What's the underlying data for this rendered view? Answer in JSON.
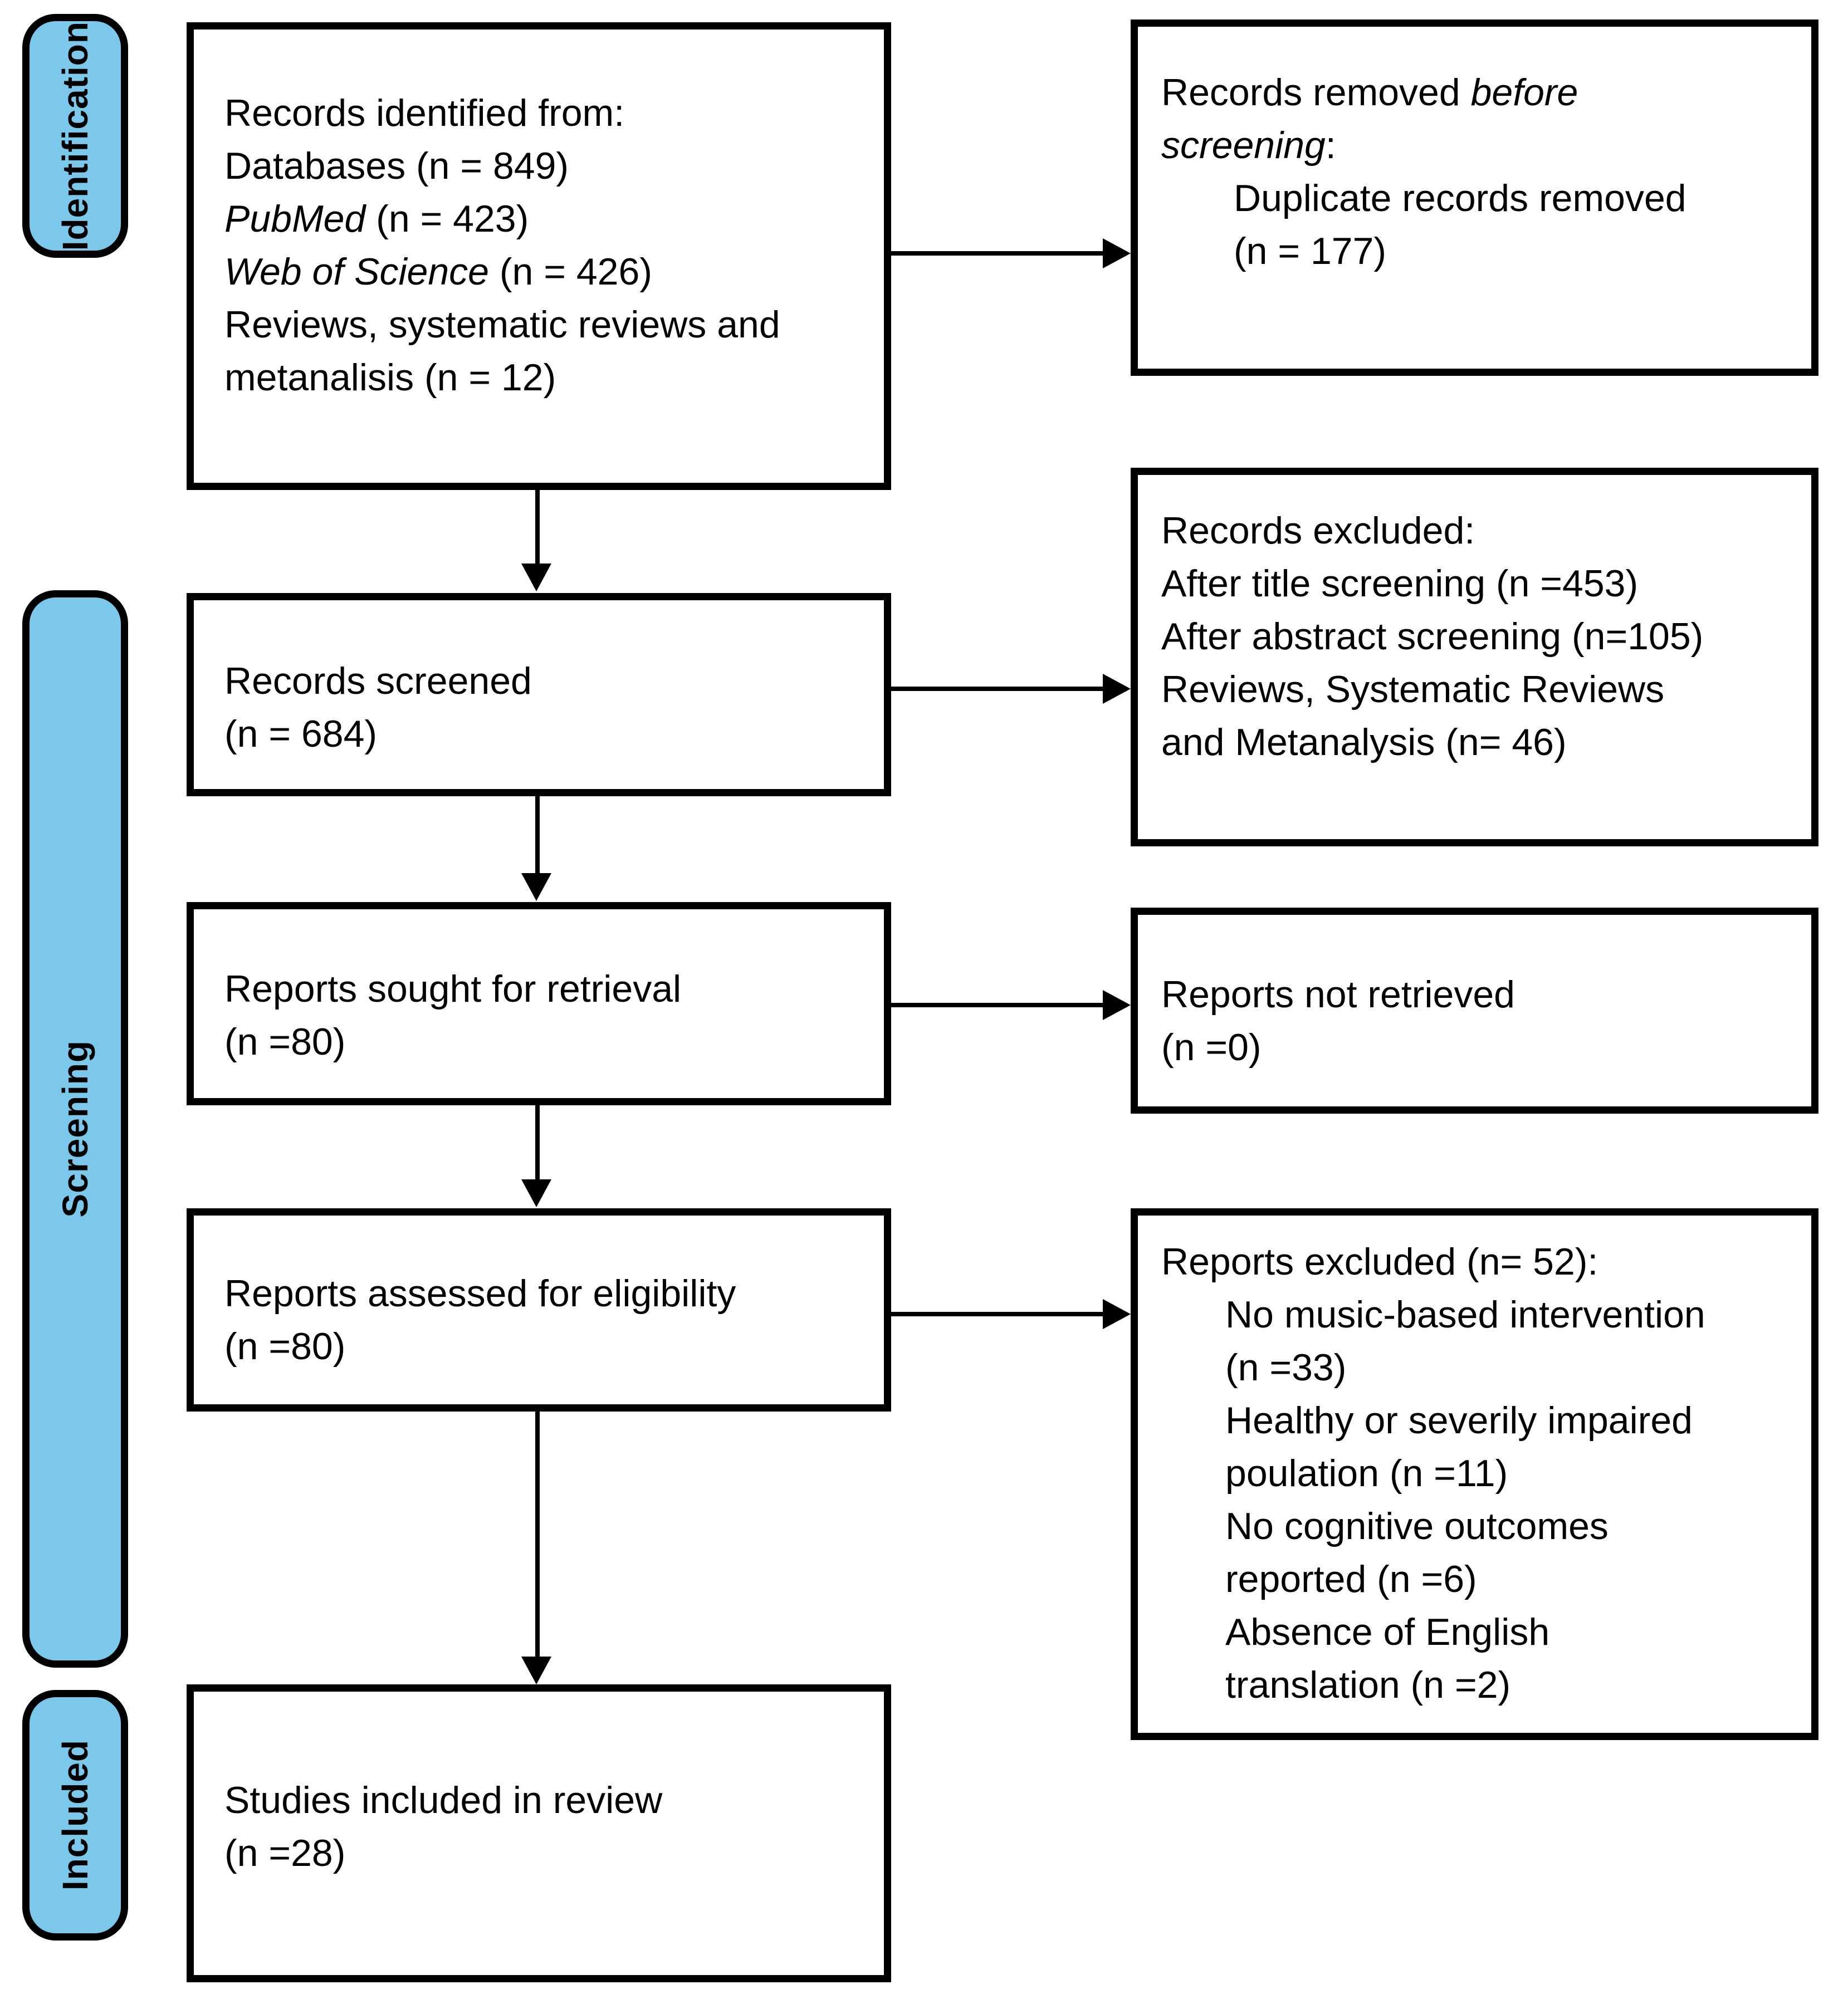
{
  "palette": {
    "stage_fill": "#7cc8ea",
    "line_color": "#000000",
    "background": "#ffffff"
  },
  "stages": [
    {
      "label": "Identification"
    },
    {
      "label": "Screening"
    },
    {
      "label": "Included"
    }
  ],
  "boxes": {
    "identified": {
      "l1": "Records identified from:",
      "l2": "Databases (n = 849)",
      "l3a": "PubMed",
      "l3b": " (n = 423)",
      "l4a": "Web of Science",
      "l4b": " (n = 426)",
      "l5": "Reviews, systematic reviews and",
      "l6": "metanalisis (n = 12)"
    },
    "removed": {
      "l1a": "Records removed ",
      "l1b": "before",
      "l2a": "screening",
      "l2b": ":",
      "l3": "Duplicate records removed",
      "l4": "(n = 177)"
    },
    "screened": {
      "l1": "Records screened",
      "l2": "(n = 684)"
    },
    "excluded_records": {
      "l1": "Records excluded:",
      "l2": "After title screening (n =453)",
      "l3": "After abstract screening (n=105)",
      "l4": "Reviews, Systematic Reviews",
      "l5": "and Metanalysis (n= 46)"
    },
    "sought": {
      "l1": "Reports sought for retrieval",
      "l2": "(n =80)"
    },
    "not_retrieved": {
      "l1": "Reports not retrieved",
      "l2": "(n =0)"
    },
    "assessed": {
      "l1": "Reports assessed for eligibility",
      "l2": "(n =80)"
    },
    "excluded_reports": {
      "l1": "Reports excluded (n= 52):",
      "l2": "No music-based intervention",
      "l3": "(n =33)",
      "l4": "Healthy or severily impaired",
      "l5": "poulation (n =11)",
      "l6": "No cognitive outcomes",
      "l7": "reported (n =6)",
      "l8": "Absence of English",
      "l9": "translation (n =2)"
    },
    "included_studies": {
      "l1": "Studies included in review",
      "l2": "(n =28)"
    }
  }
}
